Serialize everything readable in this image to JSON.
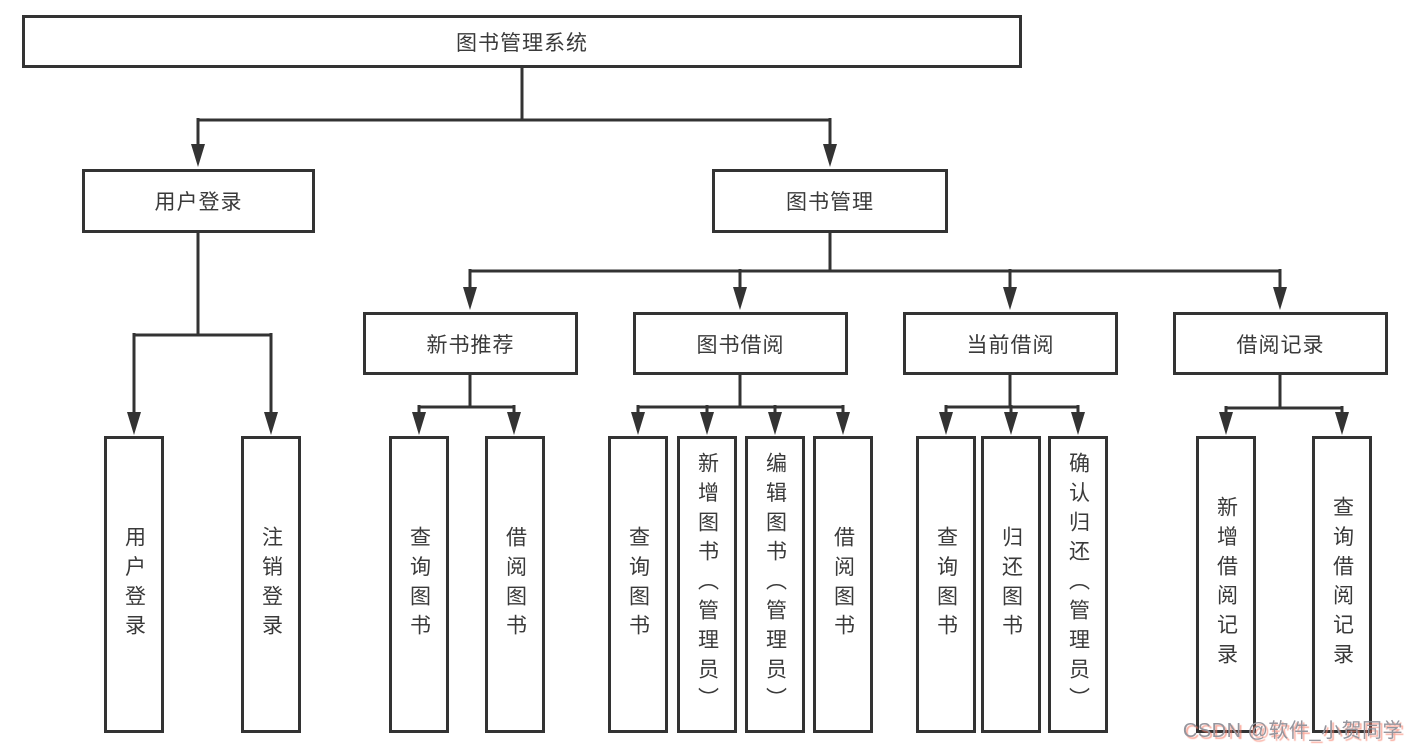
{
  "diagram": {
    "nodes": {
      "root": {
        "label": "图书管理系统"
      },
      "user_login": {
        "label": "用户登录"
      },
      "book_manage": {
        "label": "图书管理"
      },
      "mid": [
        {
          "label": "新书推荐"
        },
        {
          "label": "图书借阅"
        },
        {
          "label": "当前借阅"
        },
        {
          "label": "借阅记录"
        }
      ],
      "user_login_children": [
        {
          "label": "用户登录"
        },
        {
          "label": "注销登录"
        }
      ],
      "recommend_children": [
        {
          "label": "查询图书"
        },
        {
          "label": "借阅图书"
        }
      ],
      "borrow_children": [
        {
          "label": "查询图书"
        },
        {
          "label": "新增图书（管理员）"
        },
        {
          "label": "编辑图书（管理员）"
        },
        {
          "label": "借阅图书"
        }
      ],
      "current_children": [
        {
          "label": "查询图书"
        },
        {
          "label": "归还图书"
        },
        {
          "label": "确认归还（管理员）"
        }
      ],
      "record_children": [
        {
          "label": "新增借阅记录"
        },
        {
          "label": "查询借阅记录"
        }
      ]
    },
    "colors": {
      "line": "#333333",
      "text": "#3a3a3a",
      "background": "#ffffff",
      "watermark_text": "#95959d",
      "watermark_shadow": "#f67e6a"
    },
    "watermark": {
      "text": "CSDN @软件_小贺同学"
    }
  }
}
